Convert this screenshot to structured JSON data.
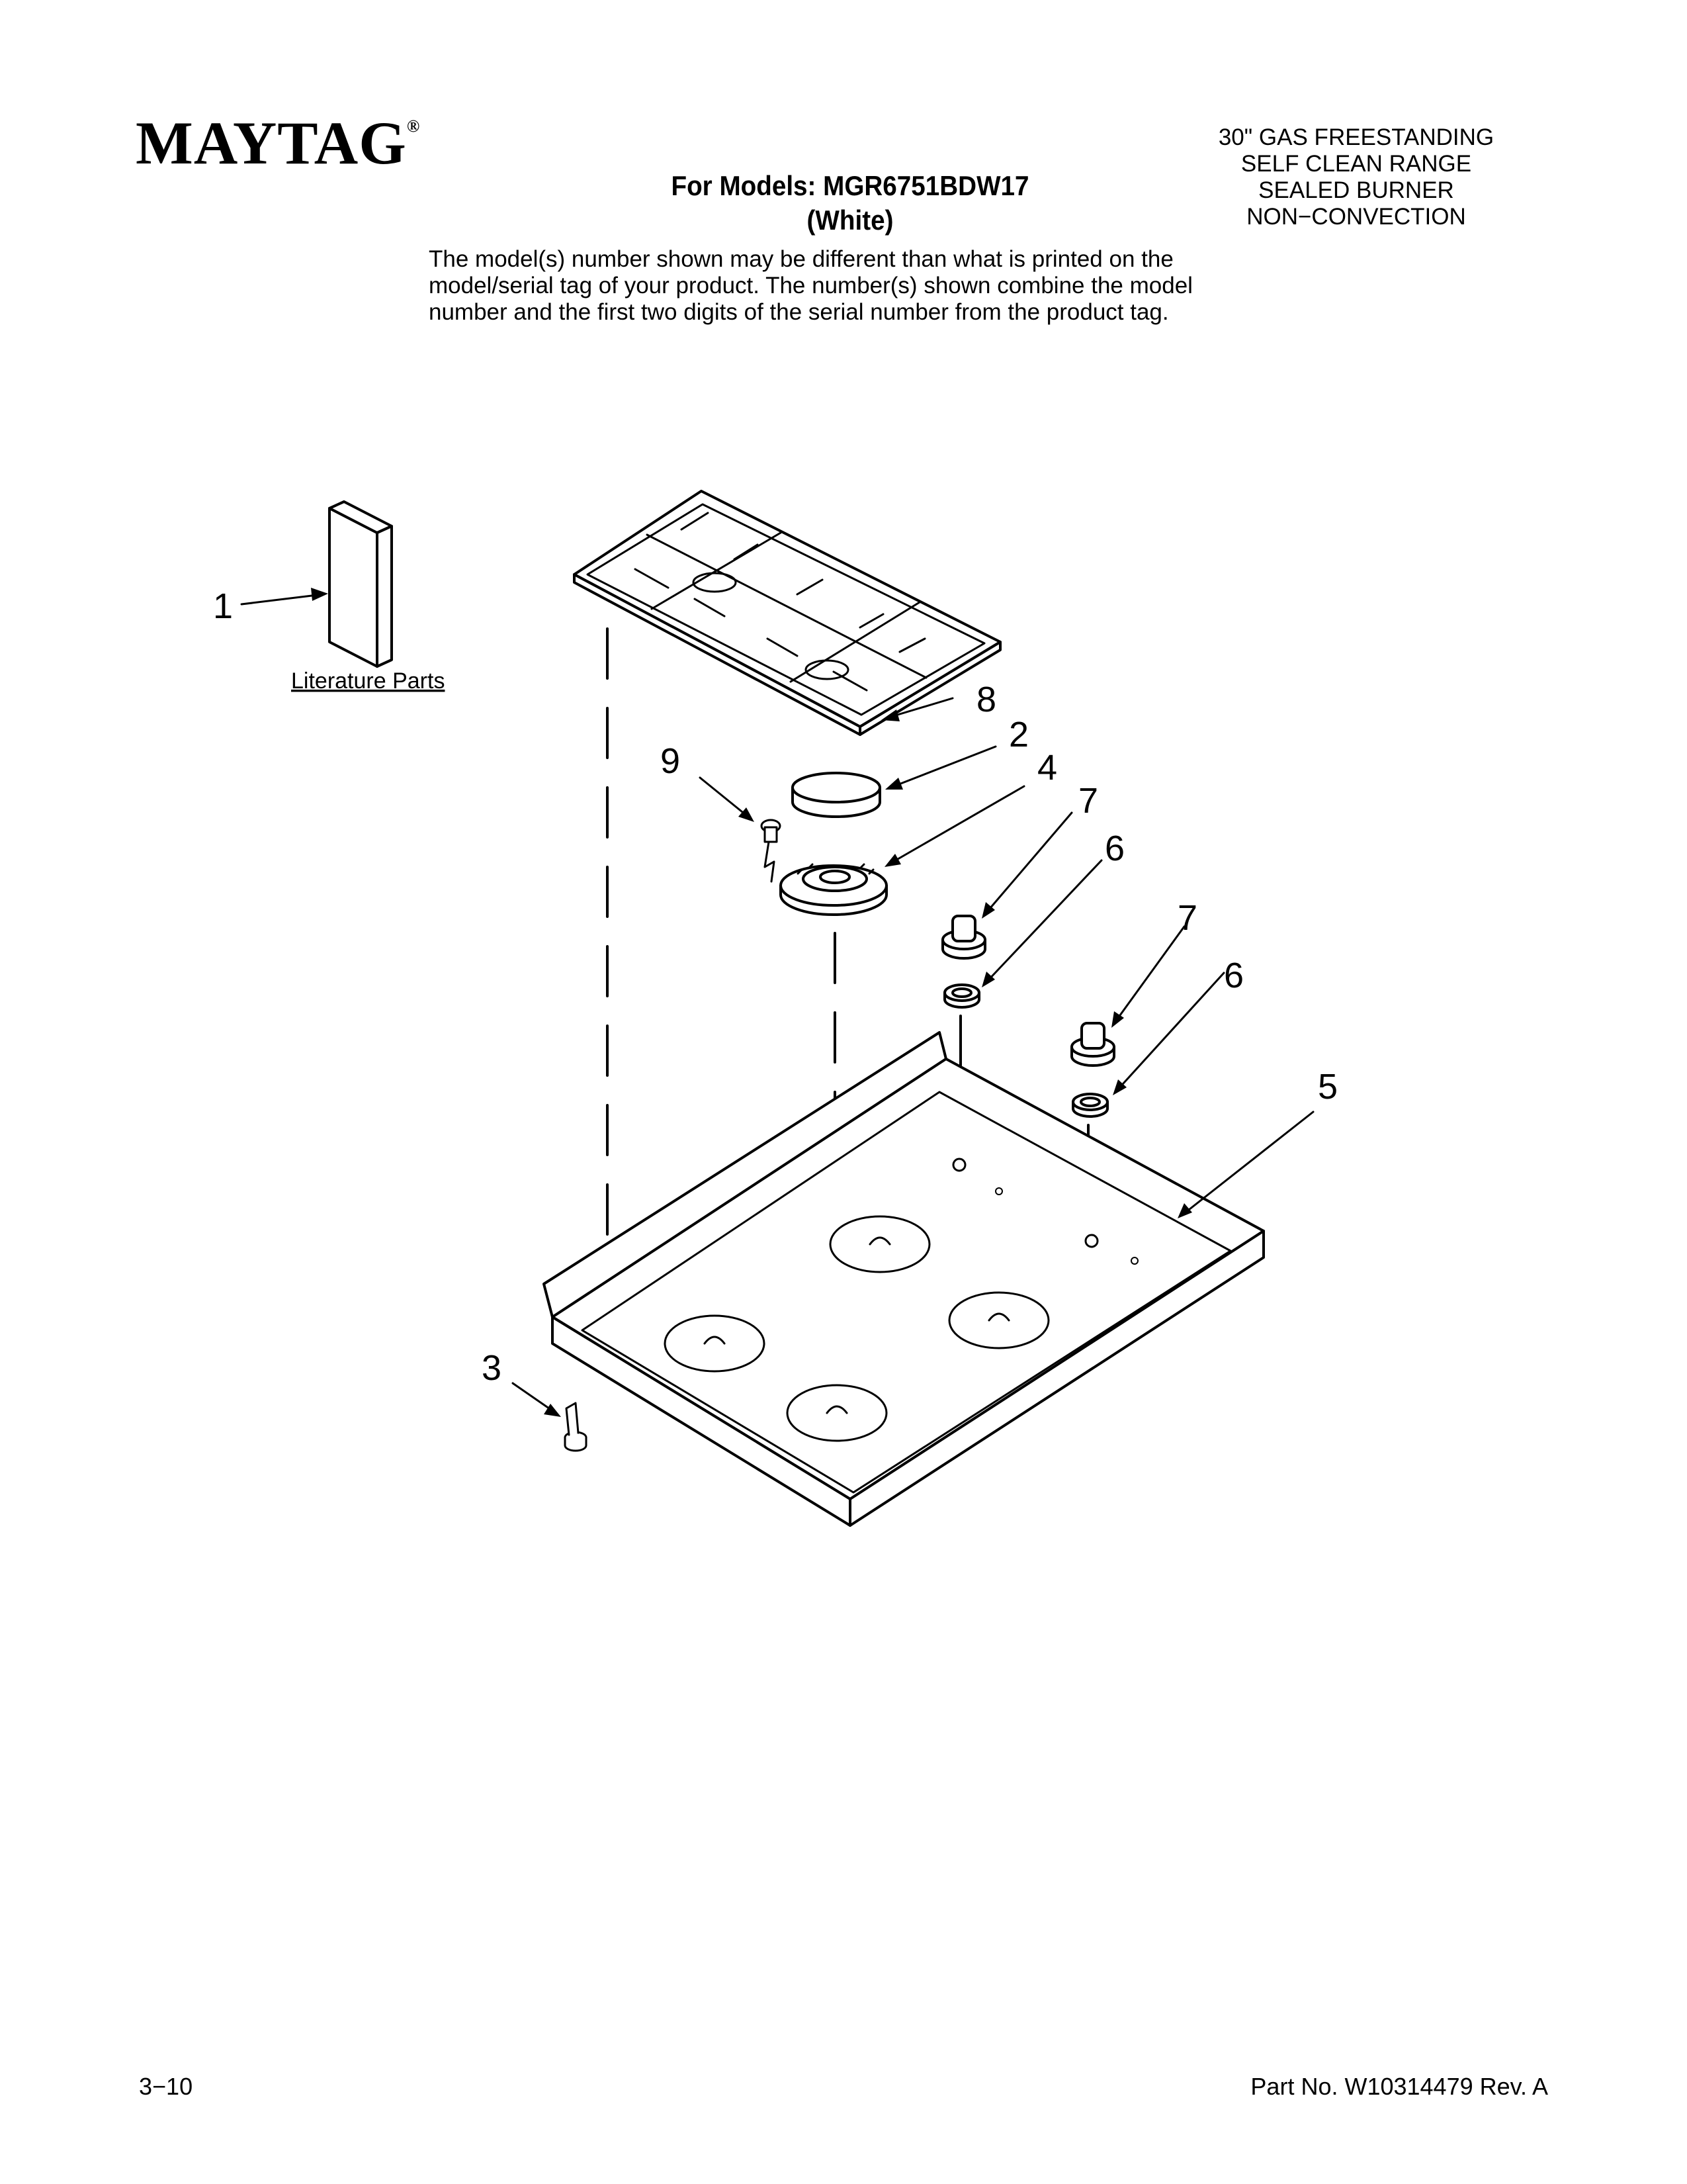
{
  "header": {
    "brand": "MAYTAG",
    "brand_mark": "®",
    "range_description": [
      "30\" GAS FREESTANDING",
      "SELF CLEAN RANGE",
      "SEALED BURNER",
      "NON−CONVECTION"
    ],
    "models_line": "For Models: MGR6751BDW17",
    "color_line": "(White)",
    "notice_lines": [
      "The model(s) number shown may be different than what is printed on the",
      "model/serial tag of your product. The number(s) shown combine the model",
      "number and the first two digits of the serial number from the product tag."
    ]
  },
  "diagram": {
    "literature_caption": "Literature Parts",
    "callouts": {
      "c1": "1",
      "c2": "2",
      "c3": "3",
      "c4": "4",
      "c5": "5",
      "c6a": "6",
      "c6b": "6",
      "c7a": "7",
      "c7b": "7",
      "c8": "8",
      "c9": "9"
    }
  },
  "footer": {
    "page": "3−10",
    "part_number": "Part No. W10314479 Rev. A"
  }
}
